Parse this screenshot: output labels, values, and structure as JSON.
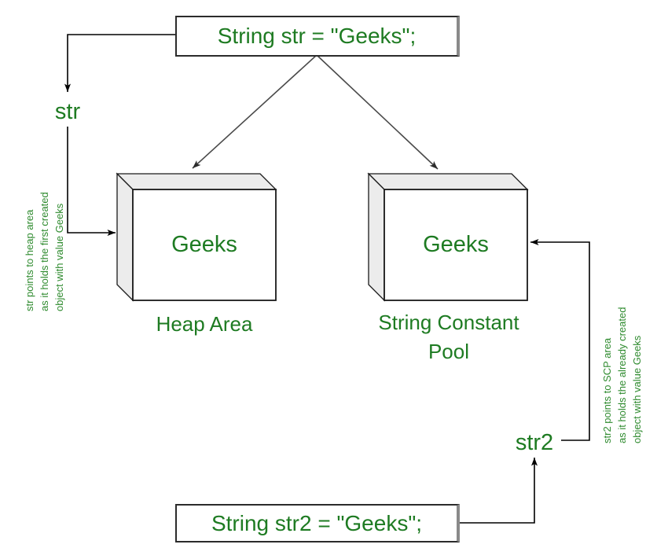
{
  "top_box": {
    "text": "String str = \"Geeks\";"
  },
  "bottom_box": {
    "text": "String str2 = \"Geeks\";"
  },
  "pointers": {
    "str": "str",
    "str2": "str2"
  },
  "heap": {
    "value": "Geeks",
    "caption": "Heap Area"
  },
  "scp": {
    "value": "Geeks",
    "caption": "String Constant Pool"
  },
  "left_note": {
    "line1": "str points to heap area",
    "line2": "as it holds the first created",
    "line3": "object with value Geeks"
  },
  "right_note": {
    "line1": "str2 points to SCP area",
    "line2": "as it holds the already created",
    "line3": "object with value Geeks"
  },
  "colors": {
    "text_green": "#1e7b22",
    "note_green": "#2f8b2f",
    "line_black": "#000000",
    "line_gray": "#4a4a4a",
    "box_border": "#2b2b2b",
    "box_shadow_edge": "#8a8a8a",
    "face_fill": "#ececec",
    "face_stroke": "#1a1a1a"
  }
}
